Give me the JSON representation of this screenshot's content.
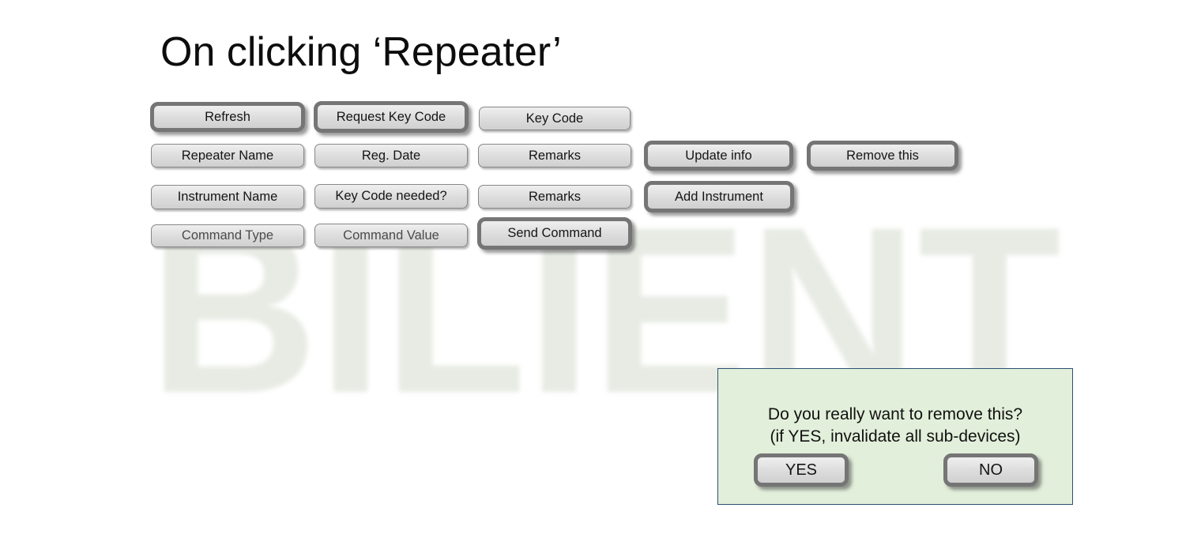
{
  "slide": {
    "title": "On clicking ‘Repeater’",
    "watermark": "BILIENT"
  },
  "buttons": {
    "refresh": "Refresh",
    "request_key_code": "Request Key Code",
    "key_code": "Key Code",
    "repeater_name": "Repeater Name",
    "reg_date": "Reg. Date",
    "remarks_repeater": "Remarks",
    "update_info": "Update info",
    "remove_this": "Remove this",
    "instrument_name": "Instrument Name",
    "key_code_needed": "Key Code needed?",
    "remarks_instrument": "Remarks",
    "add_instrument": "Add Instrument",
    "command_type": "Command Type",
    "command_value": "Command Value",
    "send_command": "Send Command"
  },
  "dialog": {
    "message_line1": "Do you really want to remove this?",
    "message_line2": "(if YES, invalidate all sub-devices)",
    "yes_label": "YES",
    "no_label": "NO"
  },
  "colors": {
    "dialog_bg": "#e2efda",
    "dialog_border": "#2e5075",
    "button_fill": "#d9d9d9",
    "button_border": "#757575",
    "watermark": "#e8ebe4"
  }
}
